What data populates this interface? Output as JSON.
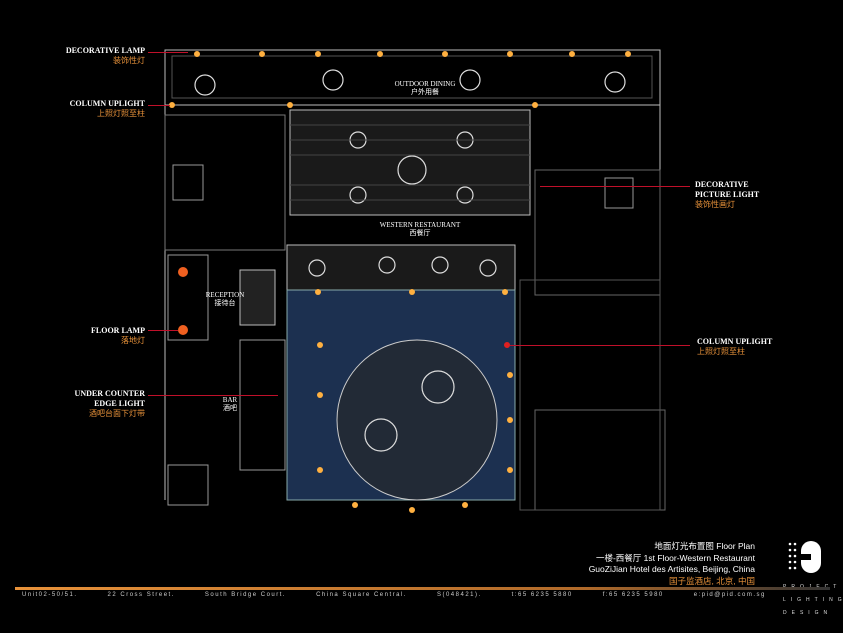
{
  "callouts": {
    "decorative_lamp": {
      "en": "DECORATIVE LAMP",
      "zh": "装饰性灯"
    },
    "column_uplight_left": {
      "en": "COLUMN UPLIGHT",
      "zh": "上照灯照至柱"
    },
    "floor_lamp": {
      "en": "FLOOR LAMP",
      "zh": "落地灯"
    },
    "under_counter": {
      "en1": "UNDER COUNTER",
      "en2": "EDGE LIGHT",
      "zh": "酒吧台面下灯带"
    },
    "decorative_picture": {
      "en1": "DECORATIVE",
      "en2": "PICTURE LIGHT",
      "zh": "装饰性画灯"
    },
    "column_uplight_right": {
      "en": "COLUMN UPLIGHT",
      "zh": "上照灯照至柱"
    }
  },
  "rooms": {
    "outdoor": {
      "en": "OUTDOOR DINING",
      "zh": "户外用餐"
    },
    "western": {
      "en": "WESTERN RESTAURANT",
      "zh": "西餐厅"
    },
    "reception": {
      "en": "RECEPTION",
      "zh": "接待台"
    },
    "bar": {
      "en": "BAR",
      "zh": "酒吧"
    }
  },
  "title_block": {
    "line1": "地面灯光布置图  Floor Plan",
    "line2": "一楼-西餐厅  1st Floor-Western Restaurant",
    "line3": "GuoZiJian Hotel des Artisites, Beijing, China",
    "line4": "国子监酒店, 北京, 中国"
  },
  "logo": {
    "line1": "PROJECT",
    "line2": "LIGHTING",
    "line3": "DESIGN"
  },
  "footer": [
    "Unit02-50/51.",
    "22 Cross Street.",
    "South Bridge Court.",
    "China Square Central.",
    "S(048421).",
    "t:65 6235 5880",
    "f:65 6235 5980",
    "e:pid@pid.com.sg"
  ],
  "colors": {
    "accent": "#e8923a",
    "leader": "#c0102a",
    "water": "#1c3050"
  }
}
